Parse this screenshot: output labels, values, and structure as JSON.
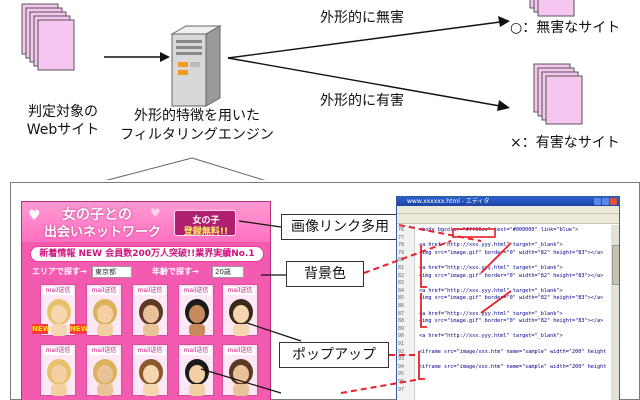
{
  "diagram": {
    "input_label_line1": "判定対象の",
    "input_label_line2": "Webサイト",
    "engine_label_line1": "外形的特徴を用いた",
    "engine_label_line2": "フィルタリングエンジン",
    "harmless_edge_label": "外形的に無害",
    "harmful_edge_label": "外形的に有害",
    "harmless_output": "○：無害なサイト",
    "harmful_output": "×：有害なサイト",
    "colors": {
      "doc_fill": "#f7c6f0",
      "doc_stroke": "#555555",
      "server_fill": "#d8d8d8"
    }
  },
  "example": {
    "site": {
      "title_line1": "女の子との",
      "title_line2": "出会いネットワーク",
      "register_line1": "女の子",
      "register_line2": "登録無料!!",
      "banner": "新着情報 NEW 会員数200万人突破!!業界実績No.1",
      "search_area_label": "エリアで探す→",
      "search_area_value": "東京都",
      "search_age_label": "年齢で探す→",
      "search_age_value": "20歳",
      "card_tag": "mail送信",
      "new_badge": "NEW",
      "colors": {
        "accent": "#f35bb0"
      }
    },
    "code_window": {
      "title": "www.xxxxxx.html - エディタ",
      "line_numbers": [
        "76",
        "77",
        "78",
        "79",
        "80",
        "81",
        "82",
        "83",
        "84",
        "85",
        "86",
        "87",
        "88",
        "89",
        "90",
        "91",
        "92",
        "93",
        "94",
        "95",
        "96",
        "97"
      ],
      "lines": [
        "<body bgcolor=\"#ff66cc\" text=\"#000000\" link=\"blue\">",
        "",
        "<a href=\"http://xxx.yyy.html\" target=\"_blank\">",
        "<img src=\"image.gif\" border=\"0\" width=\"82\" height=\"83\"></a>",
        "",
        "<a href=\"http://xxx.yyy.html\" target=\"_blank\">",
        "<img src=\"image.gif\" border=\"0\" width=\"82\" height=\"83\"></a>",
        "",
        "<a href=\"http://xxx.yyy.html\" target=\"_blank\">",
        "<img src=\"image.gif\" border=\"0\" width=\"82\" height=\"83\"></a>",
        "",
        "<a href=\"http://xxx.yyy.html\" target=\"_blank\">",
        "<img src=\"image.gif\" border=\"0\" width=\"82\" height=\"83\"></a>",
        "",
        "<a href=\"http://xxx.yyy.html\" target=\"_blank\">",
        "",
        "<iframe src=\"image/xxx.htm\" name=\"sample\" width=\"200\" height",
        "",
        "<iframe src=\"image/xxx.htm\" name=\"sample\" width=\"200\" height",
        "",
        "",
        ""
      ]
    },
    "callouts": {
      "image_links": "画像リンク多用",
      "background_color": "背景色",
      "popup": "ポップアップ"
    },
    "colors": {
      "annotation": "#e8202a"
    }
  }
}
